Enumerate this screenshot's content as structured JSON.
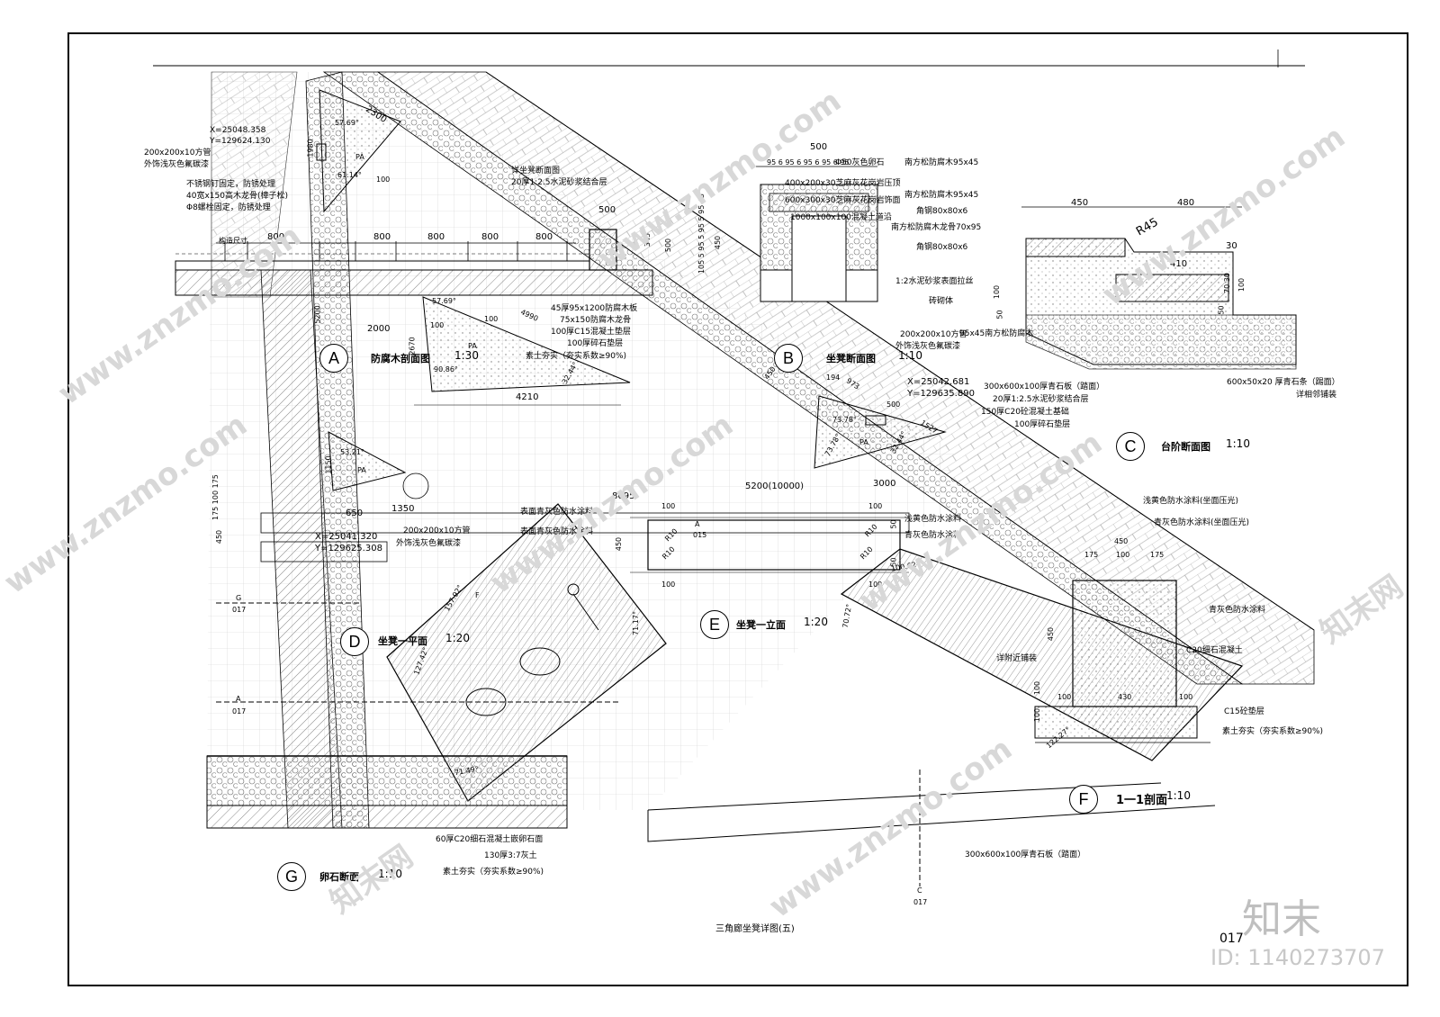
{
  "section_a": {
    "marker": "A",
    "title": "防腐木剖面图",
    "scale": "1:30",
    "coord_x": "X=25048.358",
    "coord_y": "Y=129624.130",
    "pipe_1": "200x200x10方管",
    "pipe_2": "外饰浅灰色氟碳漆",
    "fix_1": "不锈钢钉固定，防锈处理",
    "fix_2": "40宽x150高木龙骨(樟子松)",
    "fix_3": "Φ8螺栓固定，防锈处理",
    "detail_ref_1": "详坐凳断面图",
    "detail_ref_2": "20厚1:2.5水泥砂浆结合层",
    "layers": [
      "45厚95x1200防腐木板",
      "75x150防腐木龙骨",
      "100厚C15混凝土垫层",
      "100厚碎石垫层",
      "素土夯实（夯实系数≥90%)"
    ],
    "dims": {
      "d2300": "2300",
      "d1980": "1980",
      "d800a": "800",
      "d800b": "800",
      "d800c": "800",
      "d800d": "800",
      "d800e": "800",
      "d500": "500",
      "d345": "345",
      "d500b": "500",
      "d5200": "5200",
      "d2000": "2000",
      "d2670": "2670",
      "d4990": "4990",
      "d4210": "4210",
      "d100a": "100",
      "d100b": "100",
      "d100c": "100",
      "d1150": "1150",
      "d1350": "1350",
      "d650": "650",
      "d8095": "8095",
      "d450": "450",
      "d175": "175 100 175",
      "ang1": "57.69°",
      "ang2": "61.14°",
      "ang3": "57.69°",
      "ang4": "90.86°",
      "ang5": "32.44°",
      "ang6": "53.21°",
      "unit": "构造尺寸",
      "pa": "PA"
    }
  },
  "section_b": {
    "marker": "B",
    "title": "坐凳断面图",
    "scale": "1:10",
    "top_dim": "500",
    "sub_dims": "95 6 95 6 95 6 95 6 95",
    "layers": [
      "南方松防腐木95x45",
      "南方松防腐木95x45",
      "角钢80x80x6",
      "南方松防腐木龙骨70x95",
      "角钢80x80x6",
      "1:2水泥砂浆表面拉丝",
      "砖砌体"
    ],
    "inner_1": "Φ50灰色卵石",
    "inner_2": "400x200x30芝麻灰花岗岩压顶",
    "inner_3": "600x300x30芝麻灰花岗岩饰面",
    "inner_4": "1000x100x100混凝土道沿",
    "left_dims": "450",
    "left_sub": "105 5 95 5 95 5 95 45",
    "pipe_1": "200x200x10方管",
    "pipe_2": "外饰浅灰色氟碳漆",
    "pine": "95x45南方松防腐木",
    "coord_x": "X=25042.681",
    "coord_y": "Y=129635.890",
    "dims": {
      "d1527": "1527",
      "d973": "973",
      "d500": "500",
      "d194": "194",
      "d450": "450",
      "ang1": "73.78°",
      "ang2": "73.78°",
      "ang3": "32.44°",
      "pa": "PA"
    }
  },
  "section_c": {
    "marker": "C",
    "title": "台阶断面图",
    "scale": "1:10",
    "dims": {
      "d450": "450",
      "d480": "480",
      "r45": "R45",
      "d410": "410",
      "d30": "30",
      "d100": "100",
      "d50": "50",
      "d70": "70 30",
      "d100b": "100",
      "d50b": "50"
    },
    "layers": [
      "300x600x100厚青石板（踏面）",
      "20厚1:2.5水泥砂浆结合层",
      "150厚C20砼混凝土基础",
      "100厚碎石垫层"
    ],
    "strip": "600x50x20 厚青石条（踢面）",
    "strip_ref": "详相邻铺装"
  },
  "section_d": {
    "marker": "D",
    "title": "坐凳一平面",
    "scale": "1:20",
    "ang1": "157.92°",
    "ang2": "71.17°",
    "ang3": "127.42°",
    "ang4": "71.49°"
  },
  "section_e": {
    "marker": "E",
    "title": "坐凳一立面",
    "scale": "1:20",
    "top_dim": "5200(10000)",
    "d3000": "3000",
    "d100a": "100",
    "d100b": "100",
    "d100c": "100",
    "d100d": "100",
    "d450": "450",
    "r10a": "R10",
    "r10b": "R10",
    "r10c": "R10",
    "r10d": "R10",
    "d50a": "50",
    "d50b": "50",
    "paint_1": "表面青灰色防水涂料",
    "paint_2": "表面青灰色防水涂料",
    "paint_3": "浅黄色防水涂料",
    "paint_4": "青灰色防水涂料",
    "coord_x": "X=25041.320",
    "coord_y": "Y=129625.308",
    "pipe_1": "200x200x10方管",
    "pipe_2": "外饰浅灰色氟碳漆",
    "ref_letter": "A",
    "ref_sheet": "015",
    "ang1": "100.62°",
    "ang2": "70.72°"
  },
  "section_f": {
    "marker": "F",
    "title": "1一1剖面",
    "scale": "1:10",
    "paint_1": "浅黄色防水涂料(坐面压光)",
    "paint_2": "青灰色防水涂料(坐面压光)",
    "paint_3": "青灰色防水涂料",
    "concrete": "C20细石混凝土",
    "base": "C15砼垫层",
    "soil": "素土夯实（夯实系数≥90%)",
    "pave_ref": "详附近铺装",
    "slab": "300x600x100厚青石板（踏面）",
    "dims": {
      "d450": "450",
      "d175a": "175",
      "d100": "100",
      "d175b": "175",
      "d450b": "450",
      "d100b": "100",
      "d430": "430",
      "d100c": "100",
      "d100d": "100",
      "d100e": "100",
      "ang": "122.27°"
    }
  },
  "section_g": {
    "marker": "G",
    "title": "卵石断面",
    "scale": "1:10",
    "layers": [
      "60厚C20细石混凝土嵌卵石面",
      "130厚3:7灰土",
      "素土夯实（夯实系数≥90%)"
    ]
  },
  "refs": {
    "g_letter": "G",
    "g_sheet": "017",
    "a_letter": "A",
    "a_sheet": "017",
    "f_letter": "F",
    "c_letter": "C",
    "c_sheet": "017"
  },
  "sheet": {
    "caption": "三角廊坐凳详图(五)",
    "number": "017"
  },
  "watermarks": {
    "brand_cn": "知末",
    "id": "ID: 1140273707",
    "site": "www.znzmo.com",
    "site_cn": "知末网"
  }
}
